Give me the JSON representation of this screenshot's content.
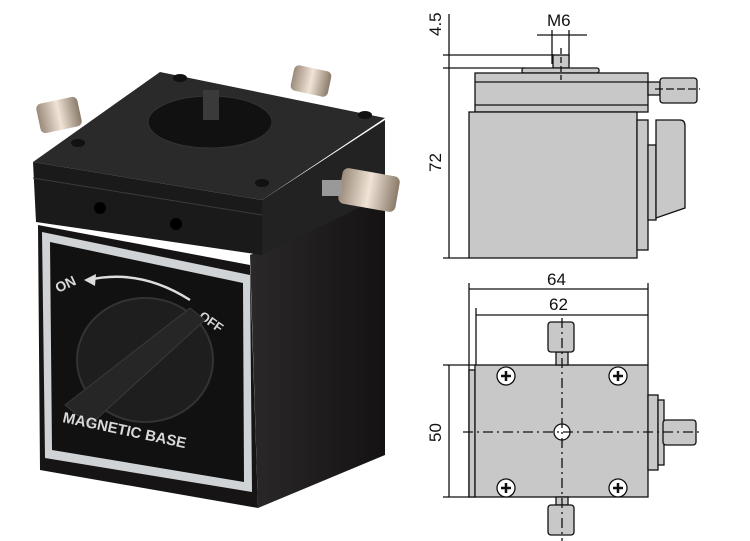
{
  "photo": {
    "switch_on": "ON",
    "switch_off": "OFF",
    "label": "MAGNETIC BASE"
  },
  "side_view": {
    "dim_thread": "M6",
    "dim_stud_height": "4.5",
    "dim_height": "72"
  },
  "top_view": {
    "dim_width_outer": "64",
    "dim_width_inner": "62",
    "dim_depth": "50"
  },
  "colors": {
    "body": "#1c1c1c",
    "drawing_fill": "#c8c8c8",
    "line": "#111111"
  }
}
